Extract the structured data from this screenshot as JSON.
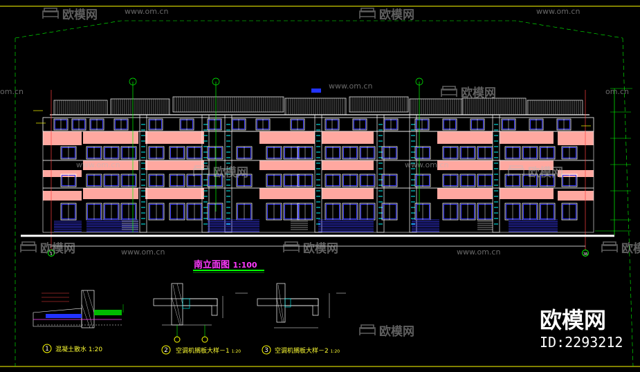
{
  "drawing": {
    "title": "南立面图",
    "scale": "1:100",
    "details": [
      {
        "num": "1",
        "caption": "混凝土散水",
        "scale": "1:20"
      },
      {
        "num": "2",
        "caption": "空调机搁板大样－1",
        "scale": "1:20"
      },
      {
        "num": "3",
        "caption": "空调机搁板大样－2",
        "scale": "1:20"
      }
    ],
    "axis_bubbles": {
      "left": "1",
      "right": "38"
    }
  },
  "watermark": {
    "text": "欧模网",
    "url": "www.om.cn",
    "url_cut": "om.cn",
    "brand": "欧模网",
    "id": "ID:2293212"
  },
  "colors": {
    "background": "#000000",
    "pink": "#ffa8a0",
    "window": "#3a3aff",
    "green": "#00ff00",
    "yellow": "#ffff00",
    "cyan": "#00ffff",
    "magenta": "#ff00ff",
    "red": "#ff4040"
  },
  "icons": [
    "sofa-logo-icon"
  ]
}
